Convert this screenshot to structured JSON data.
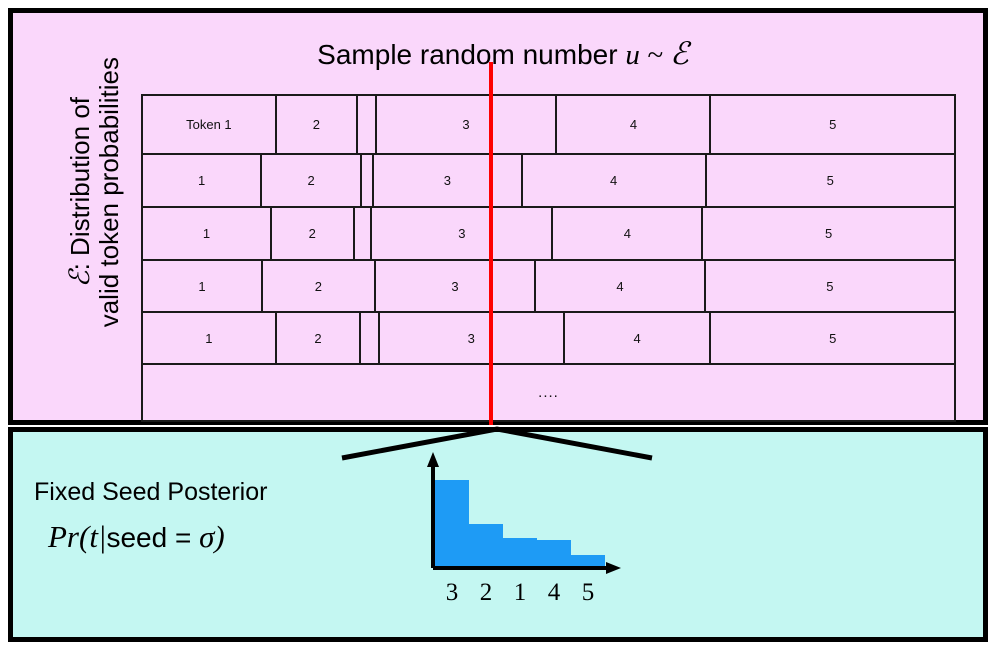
{
  "figure": {
    "top_panel": {
      "title": {
        "text_prefix": "Sample random number ",
        "variable": "u",
        "relation": " ~ ",
        "distribution": "ℰ"
      },
      "axis_label": {
        "symbol": "ℰ",
        "line1": ": Distribution of",
        "line2": "valid token probabilities"
      },
      "background_color": "#fad7fb",
      "border_color": "#000000",
      "sample_line_color": "#fe0000",
      "table": {
        "first_cell_label": "Token 1",
        "continuation_label": "....",
        "rows": [
          {
            "cells": [
              {
                "label": "Token 1",
                "width_pct": 16.5
              },
              {
                "label": "2",
                "width_pct": 10.0
              },
              {
                "label": "",
                "width_pct": 2.3
              },
              {
                "label": "3",
                "width_pct": 22.3
              },
              {
                "label": "4",
                "width_pct": 19.0
              },
              {
                "label": "5",
                "width_pct": 29.9
              }
            ]
          },
          {
            "cells": [
              {
                "label": "1",
                "width_pct": 14.7
              },
              {
                "label": "2",
                "width_pct": 12.3
              },
              {
                "label": "",
                "width_pct": 1.5
              },
              {
                "label": "3",
                "width_pct": 18.3
              },
              {
                "label": "4",
                "width_pct": 22.7
              },
              {
                "label": "5",
                "width_pct": 30.5
              }
            ]
          },
          {
            "cells": [
              {
                "label": "1",
                "width_pct": 15.9
              },
              {
                "label": "2",
                "width_pct": 10.2
              },
              {
                "label": "",
                "width_pct": 2.2
              },
              {
                "label": "3",
                "width_pct": 22.3
              },
              {
                "label": "4",
                "width_pct": 18.5
              },
              {
                "label": "5",
                "width_pct": 30.9
              }
            ]
          },
          {
            "cells": [
              {
                "label": "1",
                "width_pct": 14.8
              },
              {
                "label": "2",
                "width_pct": 13.9
              },
              {
                "label": "3",
                "width_pct": 19.8
              },
              {
                "label": "4",
                "width_pct": 20.9
              },
              {
                "label": "5",
                "width_pct": 30.6
              }
            ]
          },
          {
            "cells": [
              {
                "label": "1",
                "width_pct": 16.5
              },
              {
                "label": "2",
                "width_pct": 10.4
              },
              {
                "label": "",
                "width_pct": 2.3
              },
              {
                "label": "3",
                "width_pct": 22.8
              },
              {
                "label": "4",
                "width_pct": 18.1
              },
              {
                "label": "5",
                "width_pct": 29.9
              }
            ]
          }
        ]
      }
    },
    "bottom_panel": {
      "label": "Fixed Seed Posterior",
      "formula": {
        "pr": "Pr",
        "open": "(",
        "t": "t",
        "bar": "|",
        "seed": "seed",
        "equals": " = ",
        "sigma": "σ",
        "close": ")"
      },
      "background_color": "#c4f7f2",
      "bar_color": "#1e9bf5"
    }
  },
  "chart_data": {
    "type": "bar",
    "title": "Fixed Seed Posterior",
    "categories": [
      "3",
      "2",
      "1",
      "4",
      "5"
    ],
    "values": [
      0.88,
      0.44,
      0.3,
      0.28,
      0.13
    ],
    "xlabel": "",
    "ylabel": "",
    "ylim": [
      0,
      1.0
    ],
    "grid": false,
    "legend": "none",
    "bar_color": "#1e9bf5",
    "axis_color": "#000000",
    "bar_widths_rel": [
      1.0,
      1.0,
      1.0,
      1.0,
      1.0
    ]
  }
}
